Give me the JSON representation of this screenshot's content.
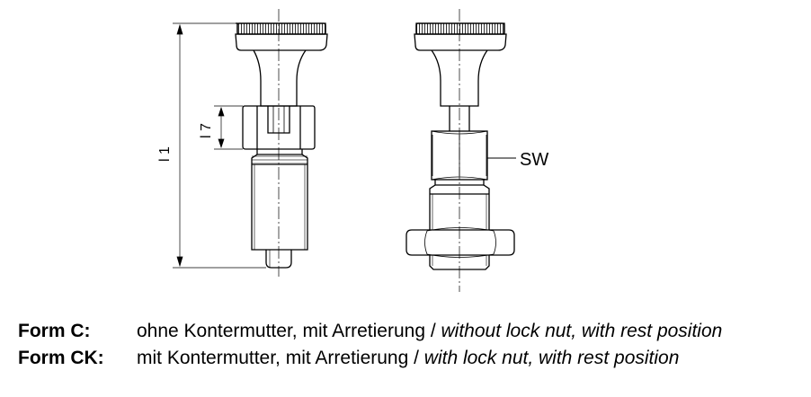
{
  "labels": {
    "l1": "l 1",
    "l7": "l 7",
    "sw": "SW"
  },
  "legend": [
    {
      "form": "Form C:",
      "german": "ohne Kontermutter, mit Arretierung / ",
      "english": "without lock nut, with rest position"
    },
    {
      "form": "Form CK:",
      "german": "mit Kontermutter, mit Arretierung / ",
      "english": "with lock nut, with rest position"
    }
  ]
}
